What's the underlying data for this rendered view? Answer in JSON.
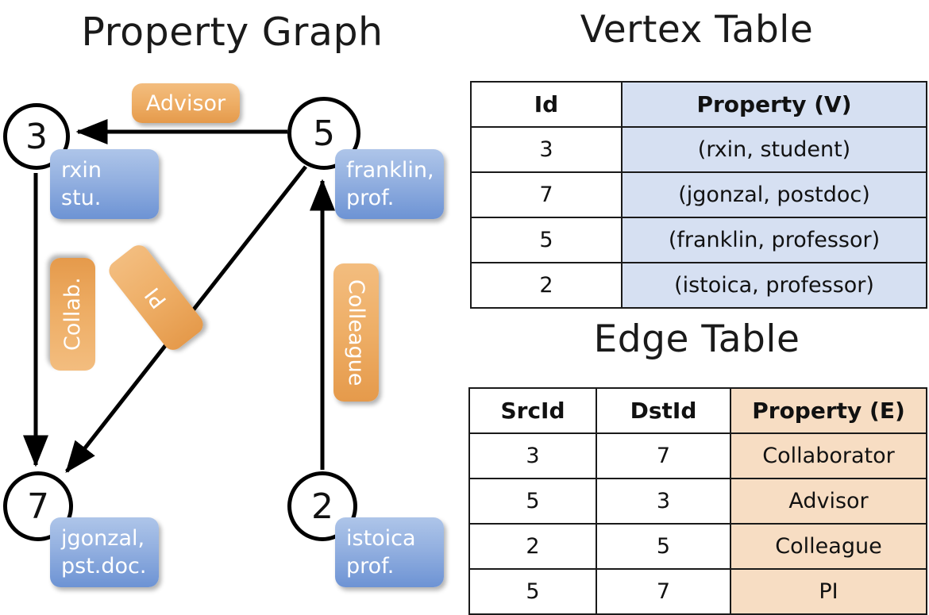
{
  "titles": {
    "property_graph": "Property Graph",
    "vertex_table": "Vertex Table",
    "edge_table": "Edge Table"
  },
  "graph": {
    "vertices": [
      {
        "id": "3",
        "property_line1": "rxin",
        "property_line2": "stu."
      },
      {
        "id": "5",
        "property_line1": "franklin,",
        "property_line2": "prof."
      },
      {
        "id": "7",
        "property_line1": "jgonzal,",
        "property_line2": "pst.doc."
      },
      {
        "id": "2",
        "property_line1": "istoica",
        "property_line2": "prof."
      }
    ],
    "edge_labels": [
      {
        "label": "Advisor",
        "orientation": "horizontal"
      },
      {
        "label": "Collab.",
        "orientation": "vertical-ccw"
      },
      {
        "label": "PI",
        "orientation": "vertical-ccw-tilted"
      },
      {
        "label": "Colleague",
        "orientation": "vertical-cw"
      }
    ]
  },
  "vertex_table": {
    "headers": [
      "Id",
      "Property (V)"
    ],
    "rows": [
      {
        "id": "3",
        "property": "(rxin, student)"
      },
      {
        "id": "7",
        "property": "(jgonzal, postdoc)"
      },
      {
        "id": "5",
        "property": "(franklin, professor)"
      },
      {
        "id": "2",
        "property": "(istoica, professor)"
      }
    ]
  },
  "edge_table": {
    "headers": [
      "SrcId",
      "DstId",
      "Property (E)"
    ],
    "rows": [
      {
        "src": "3",
        "dst": "7",
        "property": "Collaborator"
      },
      {
        "src": "5",
        "dst": "3",
        "property": "Advisor"
      },
      {
        "src": "2",
        "dst": "5",
        "property": "Colleague"
      },
      {
        "src": "5",
        "dst": "7",
        "property": "PI"
      }
    ]
  },
  "colors": {
    "vertex_property_fill": "#d6e0f2",
    "edge_property_fill": "#f7ddc3",
    "node_callout_blue": "#6d93d4",
    "edge_callout_orange": "#eeae66",
    "stroke": "#000000",
    "background": "#ffffff"
  }
}
